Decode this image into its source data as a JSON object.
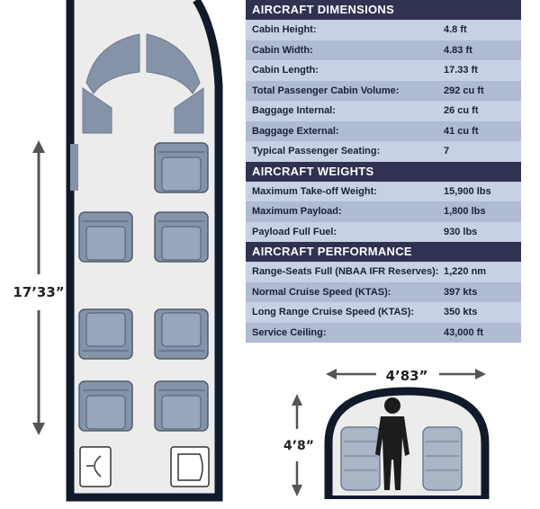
{
  "floorplan": {
    "length_label": "17’33”"
  },
  "cross_section": {
    "width_label": "4’83”",
    "height_label": "4’8”"
  },
  "specs": [
    {
      "title": "AIRCRAFT DIMENSIONS",
      "rows": [
        {
          "label": "Cabin Height:",
          "value": "4.8 ft"
        },
        {
          "label": "Cabin Width:",
          "value": "4.83 ft"
        },
        {
          "label": "Cabin Length:",
          "value": "17.33 ft"
        },
        {
          "label": "Total Passenger Cabin Volume:",
          "value": "292 cu ft"
        },
        {
          "label": "Baggage Internal:",
          "value": "26 cu ft"
        },
        {
          "label": "Baggage External:",
          "value": "41 cu ft"
        },
        {
          "label": "Typical Passenger Seating:",
          "value": "7"
        }
      ]
    },
    {
      "title": "AIRCRAFT WEIGHTS",
      "rows": [
        {
          "label": "Maximum Take-off Weight:",
          "value": "15,900 lbs"
        },
        {
          "label": "Maximum Payload:",
          "value": "1,800 lbs"
        },
        {
          "label": "Payload Full Fuel:",
          "value": "930 lbs"
        }
      ]
    },
    {
      "title": "AIRCRAFT PERFORMANCE",
      "rows": [
        {
          "label": "Range-Seats Full (NBAA IFR Reserves):",
          "value": "1,220 nm"
        },
        {
          "label": "Normal Cruise Speed (KTAS):",
          "value": "397 kts"
        },
        {
          "label": "Long Range Cruise Speed (KTAS):",
          "value": "350 kts"
        },
        {
          "label": "Service Ceiling:",
          "value": "43,000 ft"
        }
      ]
    }
  ]
}
